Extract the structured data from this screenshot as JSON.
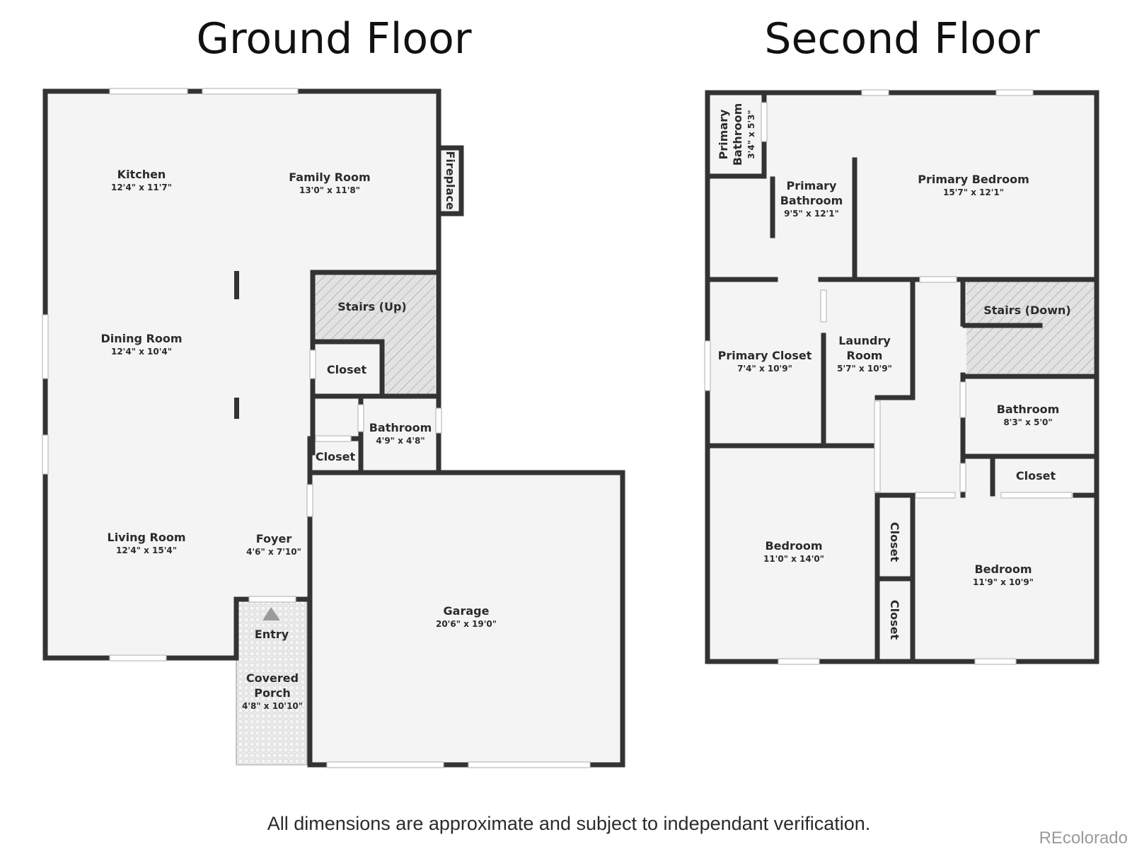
{
  "ground_floor": {
    "title": "Ground Floor",
    "kitchen": {
      "name": "Kitchen",
      "dims": "12'4\" x 11'7\""
    },
    "family_room": {
      "name": "Family Room",
      "dims": "13'0\" x 11'8\""
    },
    "fireplace": {
      "name": "Fireplace"
    },
    "stairs_up": {
      "name": "Stairs (Up)"
    },
    "dining_room": {
      "name": "Dining Room",
      "dims": "12'4\" x 10'4\""
    },
    "closet_a": {
      "name": "Closet"
    },
    "bathroom": {
      "name": "Bathroom",
      "dims": "4'9\" x 4'8\""
    },
    "closet_b": {
      "name": "Closet"
    },
    "living_room": {
      "name": "Living Room",
      "dims": "12'4\" x 15'4\""
    },
    "foyer": {
      "name": "Foyer",
      "dims": "4'6\" x 7'10\""
    },
    "garage": {
      "name": "Garage",
      "dims": "20'6\" x 19'0\""
    },
    "entry": {
      "name": "Entry"
    },
    "covered_porch": {
      "name_line1": "Covered",
      "name_line2": "Porch",
      "dims": "4'8\" x 10'10\""
    }
  },
  "second_floor": {
    "title": "Second Floor",
    "primary_bathroom_small": {
      "name_line1": "Primary",
      "name_line2": "Bathroom",
      "dims": "3'4\" x 5'3\""
    },
    "primary_bathroom": {
      "name_line1": "Primary",
      "name_line2": "Bathroom",
      "dims": "9'5\" x 12'1\""
    },
    "primary_bedroom": {
      "name": "Primary Bedroom",
      "dims": "15'7\" x 12'1\""
    },
    "primary_closet": {
      "name": "Primary Closet",
      "dims": "7'4\" x 10'9\""
    },
    "laundry_room": {
      "name_line1": "Laundry",
      "name_line2": "Room",
      "dims": "5'7\" x 10'9\""
    },
    "stairs_down": {
      "name": "Stairs (Down)"
    },
    "bathroom": {
      "name": "Bathroom",
      "dims": "8'3\" x 5'0\""
    },
    "closet_hall": {
      "name": "Closet"
    },
    "bedroom_left": {
      "name": "Bedroom",
      "dims": "11'0\" x 14'0\""
    },
    "closet_upper": {
      "name": "Closet"
    },
    "closet_lower": {
      "name": "Closet"
    },
    "bedroom_right": {
      "name": "Bedroom",
      "dims": "11'9\" x 10'9\""
    }
  },
  "disclaimer": "All dimensions are approximate and subject to independant verification.",
  "watermark": "REcolorado",
  "colors": {
    "wall": "#333333",
    "floor": "#f4f4f4",
    "stairs_fill": "#dcdcdc",
    "window": "#bbbbbb"
  }
}
